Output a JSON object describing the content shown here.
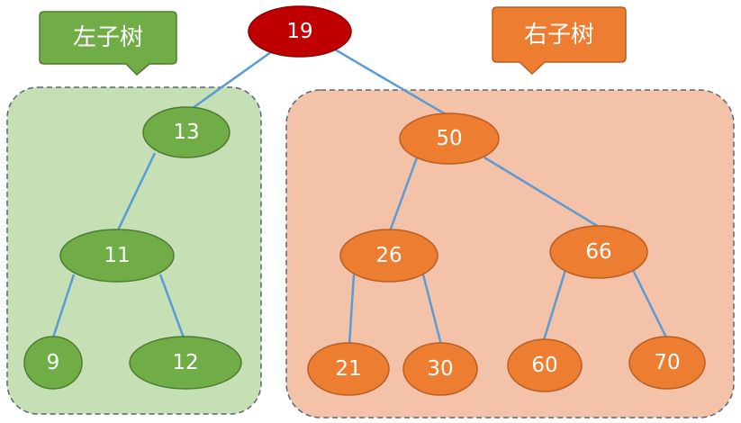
{
  "callouts": {
    "left": {
      "label": "左子树"
    },
    "right": {
      "label": "右子树"
    }
  },
  "nodes": {
    "root": {
      "label": "19"
    },
    "n13": {
      "label": "13"
    },
    "n11": {
      "label": "11"
    },
    "n9": {
      "label": "9"
    },
    "n12": {
      "label": "12"
    },
    "n50": {
      "label": "50"
    },
    "n26": {
      "label": "26"
    },
    "n66": {
      "label": "66"
    },
    "n21": {
      "label": "21"
    },
    "n30": {
      "label": "30"
    },
    "n60": {
      "label": "60"
    },
    "n70": {
      "label": "70"
    }
  },
  "colors": {
    "root_fill": "#c00000",
    "left_node_fill": "#70ad47",
    "right_node_fill": "#ed7d31",
    "left_region_fill": "#c5e0b4",
    "right_region_fill": "#f4c2a8",
    "left_callout_fill": "#70ad47",
    "right_callout_fill": "#ed7d31",
    "edge_color": "#5b9bd5"
  }
}
